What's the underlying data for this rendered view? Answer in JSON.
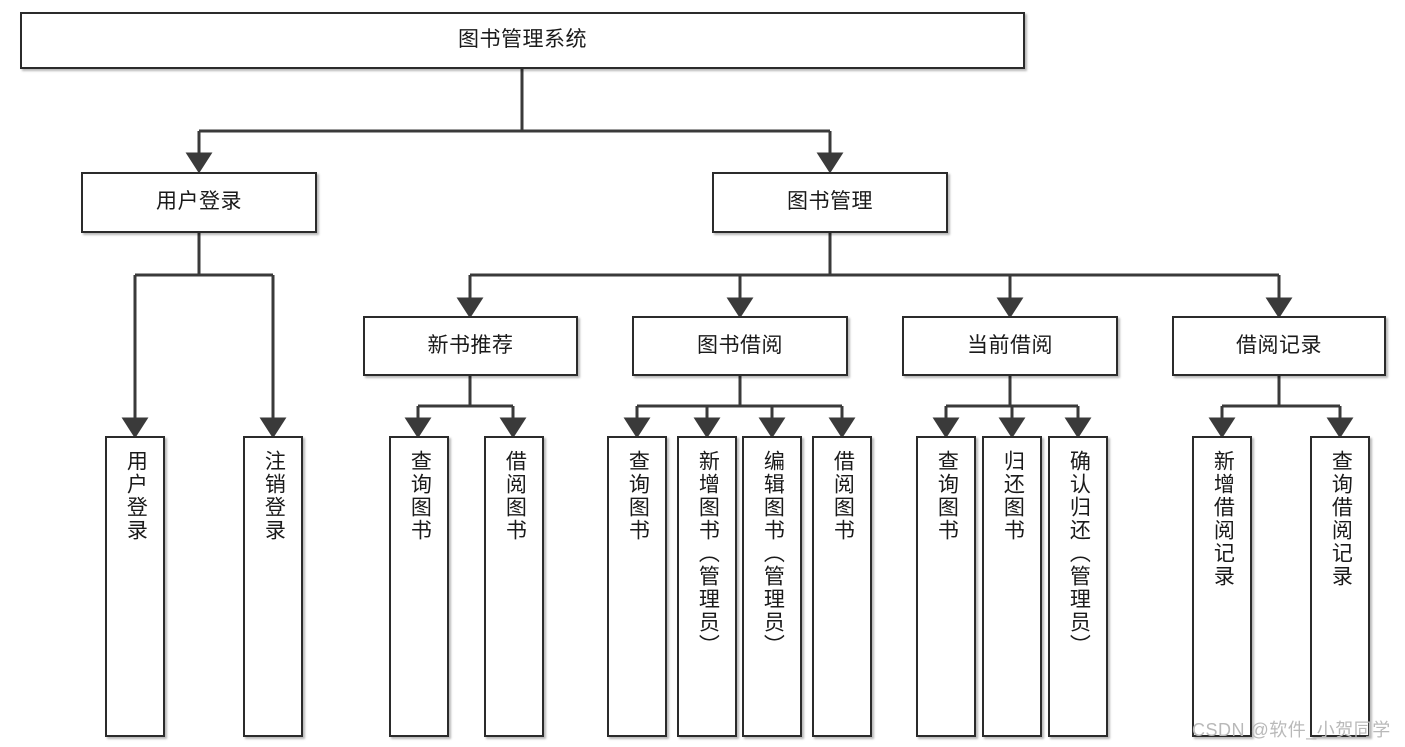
{
  "diagram": {
    "type": "tree-hierarchy-chart",
    "title": "图书管理系统",
    "watermark": "CSDN @软件_小贺同学",
    "colors": {
      "box_border": "#2b2b2b",
      "box_fill": "#ffffff",
      "connector": "#3a3a3a",
      "text": "#1a1a1a",
      "watermark": "#b9b9b9",
      "background": "#ffffff"
    },
    "levels": {
      "root": {
        "label": "图书管理系统"
      },
      "level2": [
        {
          "label": "用户登录"
        },
        {
          "label": "图书管理"
        }
      ],
      "level3": [
        {
          "label": "新书推荐"
        },
        {
          "label": "图书借阅"
        },
        {
          "label": "当前借阅"
        },
        {
          "label": "借阅记录"
        }
      ],
      "leaves": {
        "user_login": [
          {
            "label": "用户登录"
          },
          {
            "label": "注销登录"
          }
        ],
        "new_book_recommend": [
          {
            "label": "查询图书"
          },
          {
            "label": "借阅图书"
          }
        ],
        "book_borrow": [
          {
            "label": "查询图书"
          },
          {
            "label": "新增图书（管理员）"
          },
          {
            "label": "编辑图书（管理员）"
          },
          {
            "label": "借阅图书"
          }
        ],
        "current_borrow": [
          {
            "label": "查询图书"
          },
          {
            "label": "归还图书"
          },
          {
            "label": "确认归还（管理员）"
          }
        ],
        "borrow_record": [
          {
            "label": "新增借阅记录"
          },
          {
            "label": "查询借阅记录"
          }
        ]
      }
    }
  }
}
